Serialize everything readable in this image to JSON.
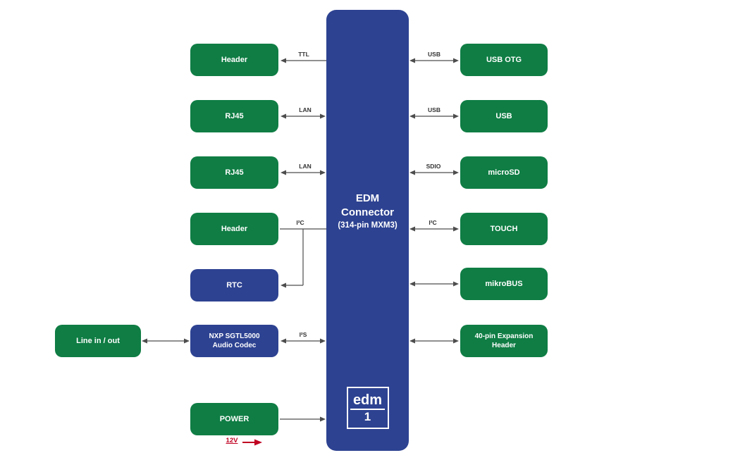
{
  "colors": {
    "block_green": "#0f7d44",
    "block_blue": "#2d4291",
    "connector_blue": "#2d4291",
    "arrow_gray": "#4d4d4d",
    "bus_label_dark": "#333333",
    "power_red": "#c00021"
  },
  "connector": {
    "line1": "EDM",
    "line2": "Connector",
    "line3": "(314-pin MXM3)",
    "logo_word": "edm",
    "logo_number": "1"
  },
  "blocks": {
    "header_top": {
      "label": "Header"
    },
    "rj45_1": {
      "label": "RJ45"
    },
    "rj45_2": {
      "label": "RJ45"
    },
    "header_mid": {
      "label": "Header"
    },
    "rtc": {
      "label": "RTC"
    },
    "audio_codec": {
      "line1": "NXP SGTL5000",
      "line2": "Audio Codec"
    },
    "power": {
      "label": "POWER"
    },
    "line_in_out": {
      "label": "Line in / out"
    },
    "usb_otg": {
      "label": "USB OTG"
    },
    "usb": {
      "label": "USB"
    },
    "microsd": {
      "label": "microSD"
    },
    "touch": {
      "label": "TOUCH"
    },
    "mikrobus": {
      "label": "mikroBUS"
    },
    "expansion": {
      "line1": "40-pin  Expansion",
      "line2": "Header"
    }
  },
  "bus_labels": {
    "ttl": "TTL",
    "lan1": "LAN",
    "lan2": "LAN",
    "i2c_left": "I²C",
    "i2s": "I²S",
    "v12": "12V",
    "usb_otg": "USB",
    "usb": "USB",
    "sdio": "SDIO",
    "i2c_right": "I²C"
  }
}
